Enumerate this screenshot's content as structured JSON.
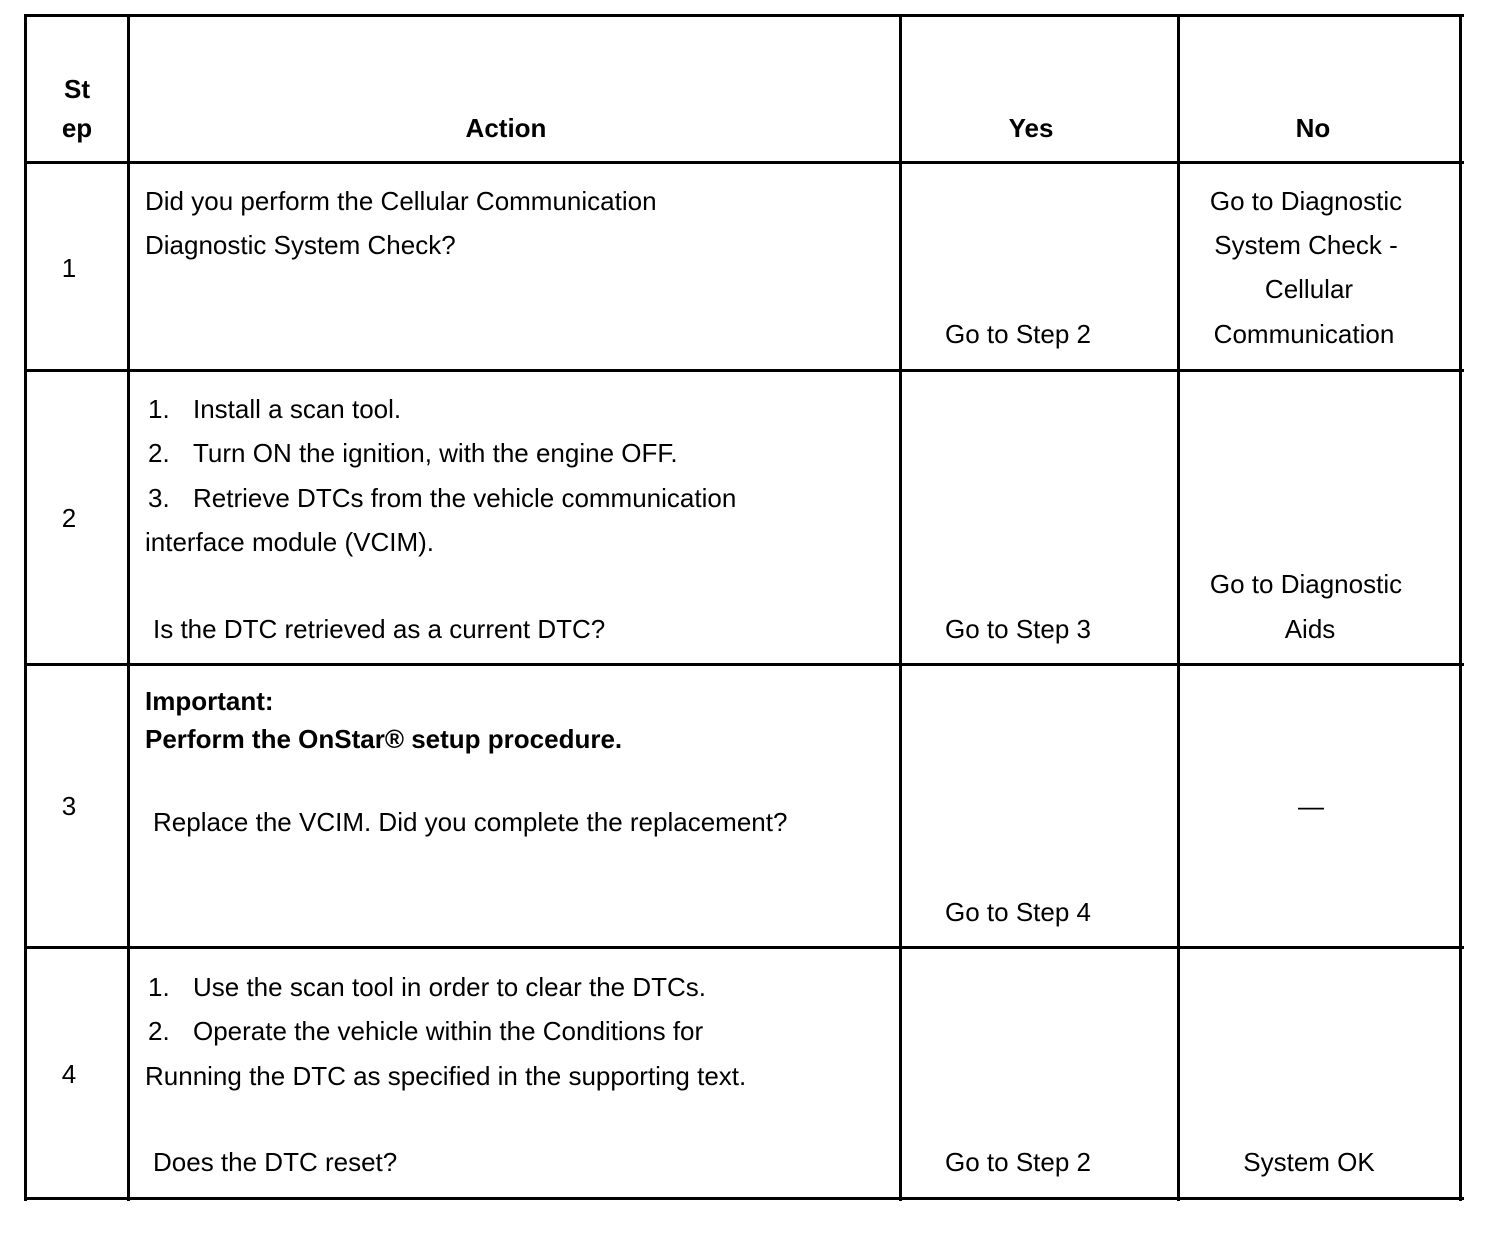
{
  "headers": {
    "step_line1": "St",
    "step_line2": "ep",
    "action": "Action",
    "yes": "Yes",
    "no": "No"
  },
  "rows": [
    {
      "step": "1",
      "action_lines": [
        "Did you perform the Cellular Communication",
        "Diagnostic System Check?"
      ],
      "yes": "Go to Step 2",
      "no_lines": [
        "Go to Diagnostic",
        "System Check -",
        "Cellular",
        "Communication"
      ]
    },
    {
      "step": "2",
      "action_items": [
        {
          "num": "1.",
          "text": "Install a scan tool."
        },
        {
          "num": "2.",
          "text": "Turn ON the ignition, with the engine OFF."
        },
        {
          "num": "3.",
          "text": "Retrieve DTCs from the vehicle communication"
        }
      ],
      "action_continuation": "interface module (VCIM).",
      "question": "Is the DTC retrieved as a current DTC?",
      "yes": "Go to Step 3",
      "no_lines": [
        "Go to Diagnostic",
        "Aids"
      ]
    },
    {
      "step": "3",
      "important_label": "Important:",
      "important_text": "Perform the OnStar® setup procedure.",
      "question": "Replace the VCIM.  Did you complete the replacement?",
      "yes": "Go to Step 4",
      "no": "—"
    },
    {
      "step": "4",
      "action_items": [
        {
          "num": "1.",
          "text": "Use the scan tool in order to clear the DTCs."
        },
        {
          "num": "2.",
          "text": "Operate the vehicle within the Conditions for"
        }
      ],
      "action_continuation": "Running the DTC as specified in the supporting text.",
      "question": "Does the DTC reset?",
      "yes": "Go to Step 2",
      "no": "System OK"
    }
  ]
}
